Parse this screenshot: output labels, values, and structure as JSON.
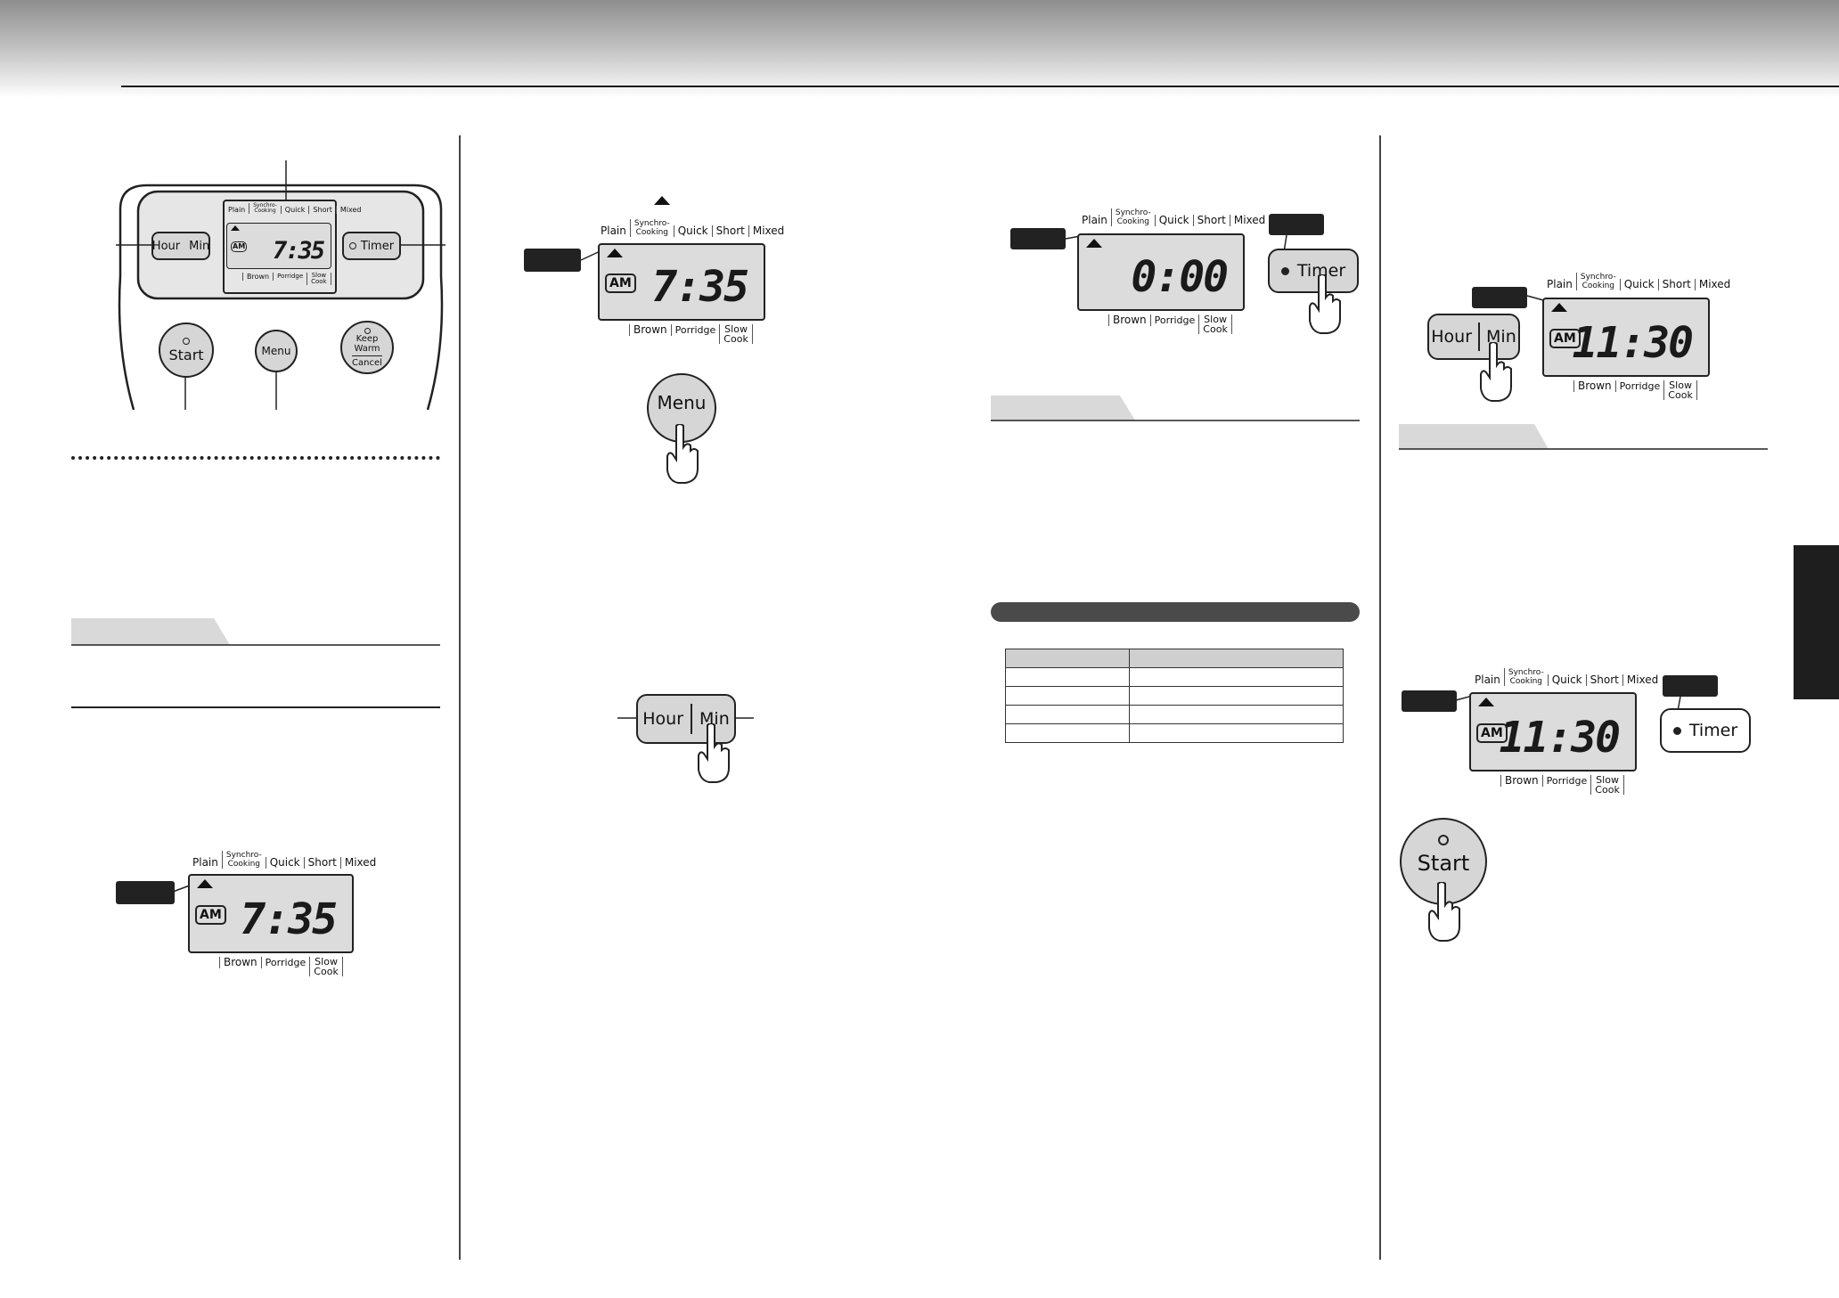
{
  "menu_labels": {
    "plain": "Plain",
    "synchro": "Synchro-\nCooking",
    "quick": "Quick",
    "short": "Short",
    "mixed": "Mixed",
    "brown": "Brown",
    "porridge": "Porridge",
    "slow_cook": "Slow\nCook"
  },
  "display": {
    "am": "AM",
    "time_current": "7:35",
    "time_zero": "0:00",
    "time_set": "11:30"
  },
  "buttons": {
    "hour": "Hour",
    "min": "Min",
    "timer": "Timer",
    "start": "Start",
    "menu": "Menu",
    "keep_warm": "Keep\nWarm",
    "cancel": "Cancel"
  },
  "colors": {
    "lcd": "#dcdcdc",
    "button": "#d6d6d6",
    "callout": "#222222",
    "tab": "#d9d9d9"
  },
  "icons": [
    "hand-pointer-icon",
    "triangle-indicator-icon",
    "status-led-icon"
  ]
}
